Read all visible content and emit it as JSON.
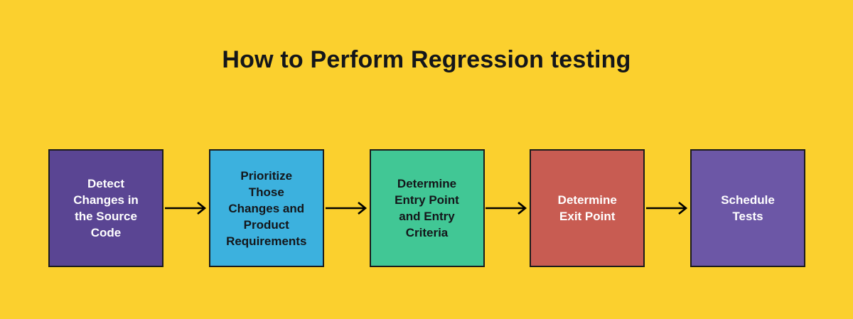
{
  "page": {
    "background_color": "#FBD02E",
    "title": "How to Perform Regression testing",
    "title_color": "#14161A"
  },
  "diagram": {
    "type": "flowchart",
    "orientation": "horizontal-left-to-right",
    "connector_icon": "arrow-right-icon",
    "connector_color": "#000000",
    "nodes": [
      {
        "id": "node-1",
        "label": "Detect\nChanges in\nthe Source\nCode",
        "fill": "#5A4593",
        "text_color": "#FFFFFF",
        "border_color": "#1B1B1B"
      },
      {
        "id": "node-2",
        "label": "Prioritize\nThose\nChanges and\nProduct\nRequirements",
        "fill": "#3CB1DE",
        "text_color": "#14161A",
        "border_color": "#1B1B1B"
      },
      {
        "id": "node-3",
        "label": "Determine\nEntry Point\nand Entry\nCriteria",
        "fill": "#41C795",
        "text_color": "#14161A",
        "border_color": "#1B1B1B"
      },
      {
        "id": "node-4",
        "label": "Determine\nExit Point",
        "fill": "#C85C52",
        "text_color": "#FFFFFF",
        "border_color": "#1B1B1B"
      },
      {
        "id": "node-5",
        "label": "Schedule\nTests",
        "fill": "#6C57A6",
        "text_color": "#FFFFFF",
        "border_color": "#1B1B1B"
      }
    ]
  }
}
